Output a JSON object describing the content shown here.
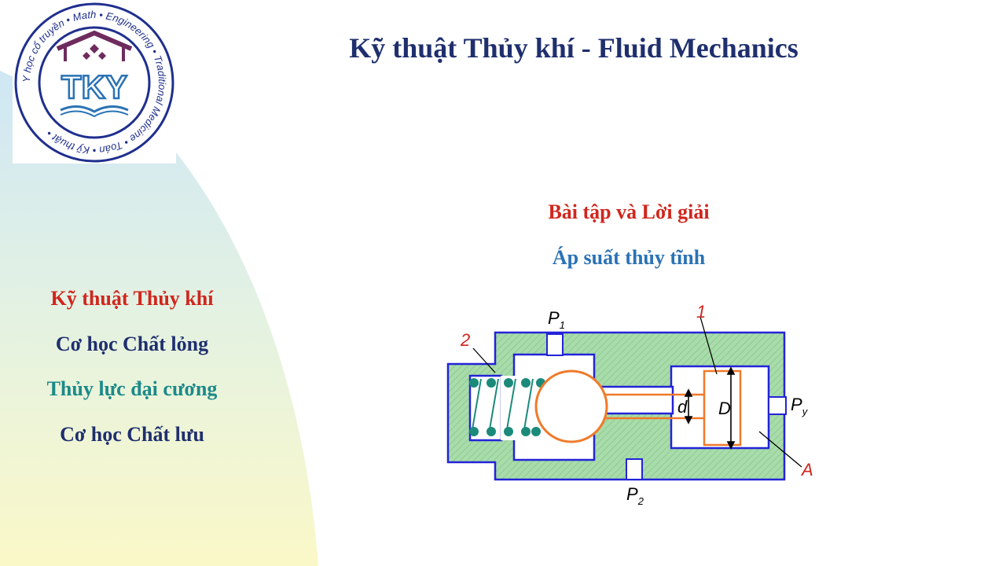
{
  "title": "Kỹ thuật Thủy khí - Fluid Mechanics",
  "subtitle_1": "Bài tập và Lời giải",
  "subtitle_2": "Áp suất thủy tĩnh",
  "side_topics": [
    "Kỹ thuật Thủy khí",
    "Cơ học Chất lỏng",
    "Thủy lực đại cương",
    "Cơ học Chất lưu"
  ],
  "logo": {
    "initials": "TKY",
    "ring_text": "Y học cổ truyền • Math • Engineering • Traditional Medicine • Toán • Kỹ thuật •"
  },
  "diagram": {
    "labels": {
      "p1": "P",
      "p1_sub": "1",
      "p2": "P",
      "p2_sub": "2",
      "py": "P",
      "py_sub": "y",
      "d": "d",
      "D": "D",
      "n1": "1",
      "n2": "2",
      "A": "A"
    }
  },
  "colors": {
    "title": "#1f2f6e",
    "red": "#d0261d",
    "blue": "#2a72b5",
    "teal": "#1b8a8a",
    "body_fill": "#a9dcab",
    "outline": "#2323d8",
    "piston": "#f07a2a",
    "spring": "#1b8a7a"
  }
}
